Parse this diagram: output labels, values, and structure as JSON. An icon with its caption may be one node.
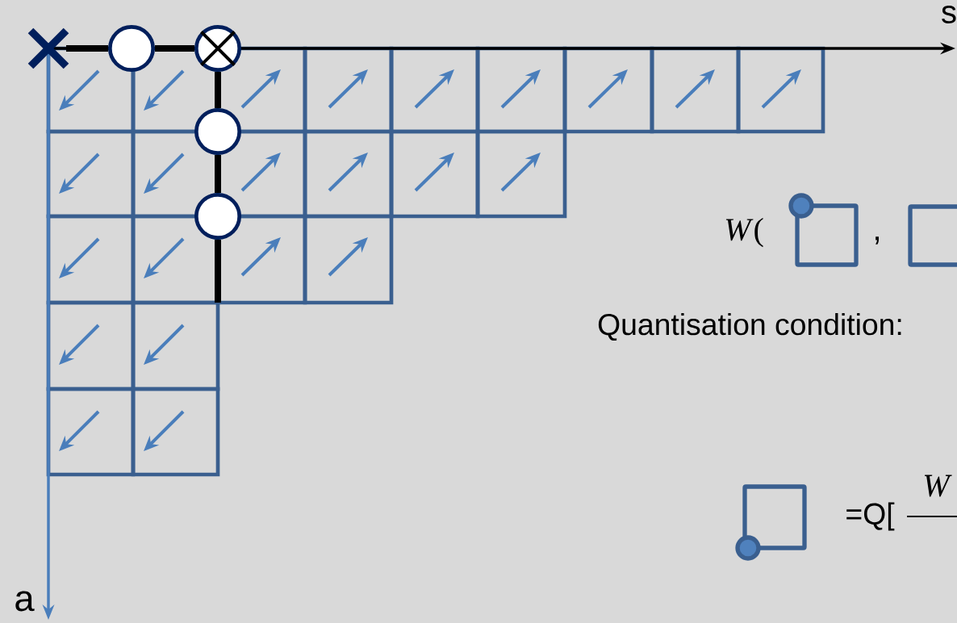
{
  "diagram": {
    "nodes": [
      {
        "text": [],
        "shape": "cross"
      },
      {
        "text": [],
        "shape": "circle"
      },
      {
        "text": [],
        "shape": "crossed-circle"
      },
      {
        "text": [],
        "shape": "circle"
      },
      {
        "text": [],
        "shape": "circle"
      }
    ],
    "edges": [
      {
        "from": 0,
        "to": 1,
        "arrow": "none"
      },
      {
        "from": 1,
        "to": 2,
        "arrow": "none"
      },
      {
        "from": 2,
        "to": 3,
        "arrow": "none"
      },
      {
        "from": 3,
        "to": 4,
        "arrow": "none"
      },
      {
        "from": 4,
        "to": null,
        "arrow": "none"
      }
    ],
    "labels": [
      "s",
      "*W*(",
      ",",
      "Quantisation condition:",
      "W",
      "=Q[",
      "a"
    ]
  }
}
